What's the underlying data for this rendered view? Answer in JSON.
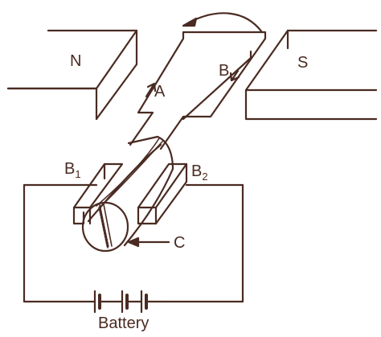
{
  "labels": {
    "north_pole": "N",
    "south_pole": "S",
    "coil_side_a": "A",
    "coil_side_b": "B",
    "brush_1": "B",
    "brush_1_sub": "1",
    "brush_2": "B",
    "brush_2_sub": "2",
    "commutator": "C",
    "battery": "Battery"
  },
  "colors": {
    "stroke": "#4a2b22",
    "background": "#ffffff"
  }
}
